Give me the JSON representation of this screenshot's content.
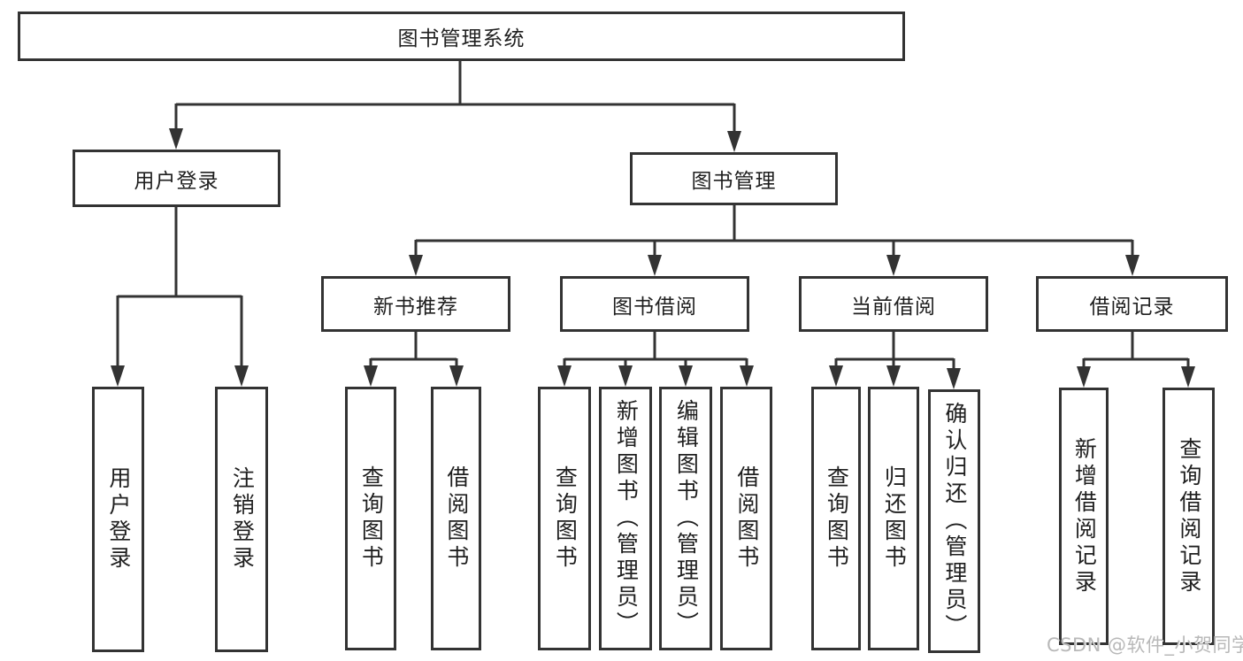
{
  "diagram": {
    "title": "图书管理系统",
    "line_color": "#333333",
    "level2": [
      {
        "id": "user-login",
        "label": "用户登录"
      },
      {
        "id": "book-management",
        "label": "图书管理"
      }
    ],
    "level3": [
      {
        "id": "new-book-recommend",
        "label": "新书推荐",
        "parent": "图书管理"
      },
      {
        "id": "book-borrow",
        "label": "图书借阅",
        "parent": "图书管理"
      },
      {
        "id": "current-borrow",
        "label": "当前借阅",
        "parent": "图书管理"
      },
      {
        "id": "borrow-records",
        "label": "借阅记录",
        "parent": "图书管理"
      }
    ],
    "leaves": [
      {
        "label": "用户登录",
        "parent": "用户登录"
      },
      {
        "label": "注销登录",
        "parent": "用户登录"
      },
      {
        "label": "查询图书",
        "parent": "新书推荐"
      },
      {
        "label": "借阅图书",
        "parent": "新书推荐"
      },
      {
        "label": "查询图书",
        "parent": "图书借阅"
      },
      {
        "label": "新增图书（管理员）",
        "parent": "图书借阅"
      },
      {
        "label": "编辑图书（管理员）",
        "parent": "图书借阅"
      },
      {
        "label": "借阅图书",
        "parent": "图书借阅"
      },
      {
        "label": "查询图书",
        "parent": "当前借阅"
      },
      {
        "label": "归还图书",
        "parent": "当前借阅"
      },
      {
        "label": "确认归还（管理员）",
        "parent": "当前借阅"
      },
      {
        "label": "新增借阅记录",
        "parent": "借阅记录"
      },
      {
        "label": "查询借阅记录",
        "parent": "借阅记录"
      }
    ]
  },
  "watermark": {
    "text": "CSDN @软件_小贺同学",
    "color": "#b8b8b8"
  }
}
